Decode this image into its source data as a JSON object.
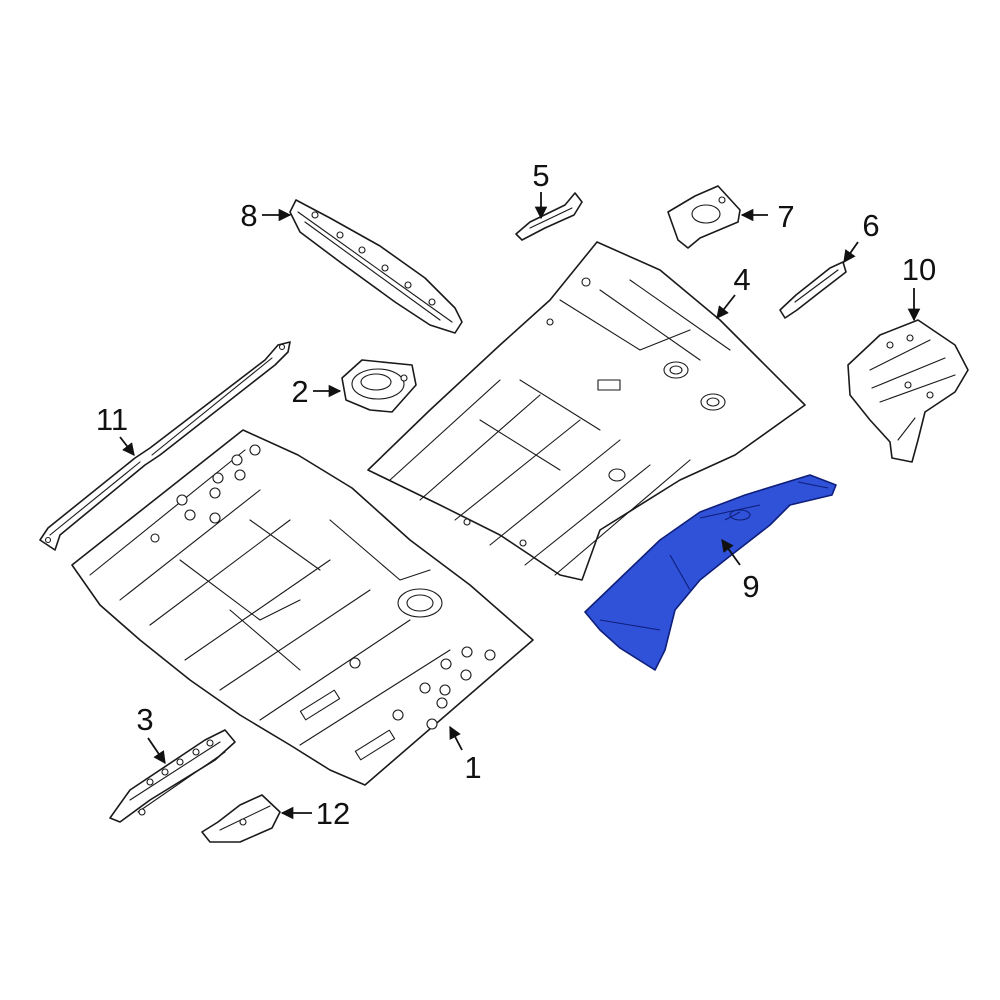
{
  "diagram": {
    "highlight_color": "#2f52d8",
    "callouts": [
      {
        "id": "c1",
        "label": "1"
      },
      {
        "id": "c2",
        "label": "2"
      },
      {
        "id": "c3",
        "label": "3"
      },
      {
        "id": "c4",
        "label": "4"
      },
      {
        "id": "c5",
        "label": "5"
      },
      {
        "id": "c6",
        "label": "6"
      },
      {
        "id": "c7",
        "label": "7"
      },
      {
        "id": "c8",
        "label": "8"
      },
      {
        "id": "c9",
        "label": "9"
      },
      {
        "id": "c10",
        "label": "10"
      },
      {
        "id": "c11",
        "label": "11"
      },
      {
        "id": "c12",
        "label": "12"
      }
    ],
    "highlighted_part": "9"
  }
}
